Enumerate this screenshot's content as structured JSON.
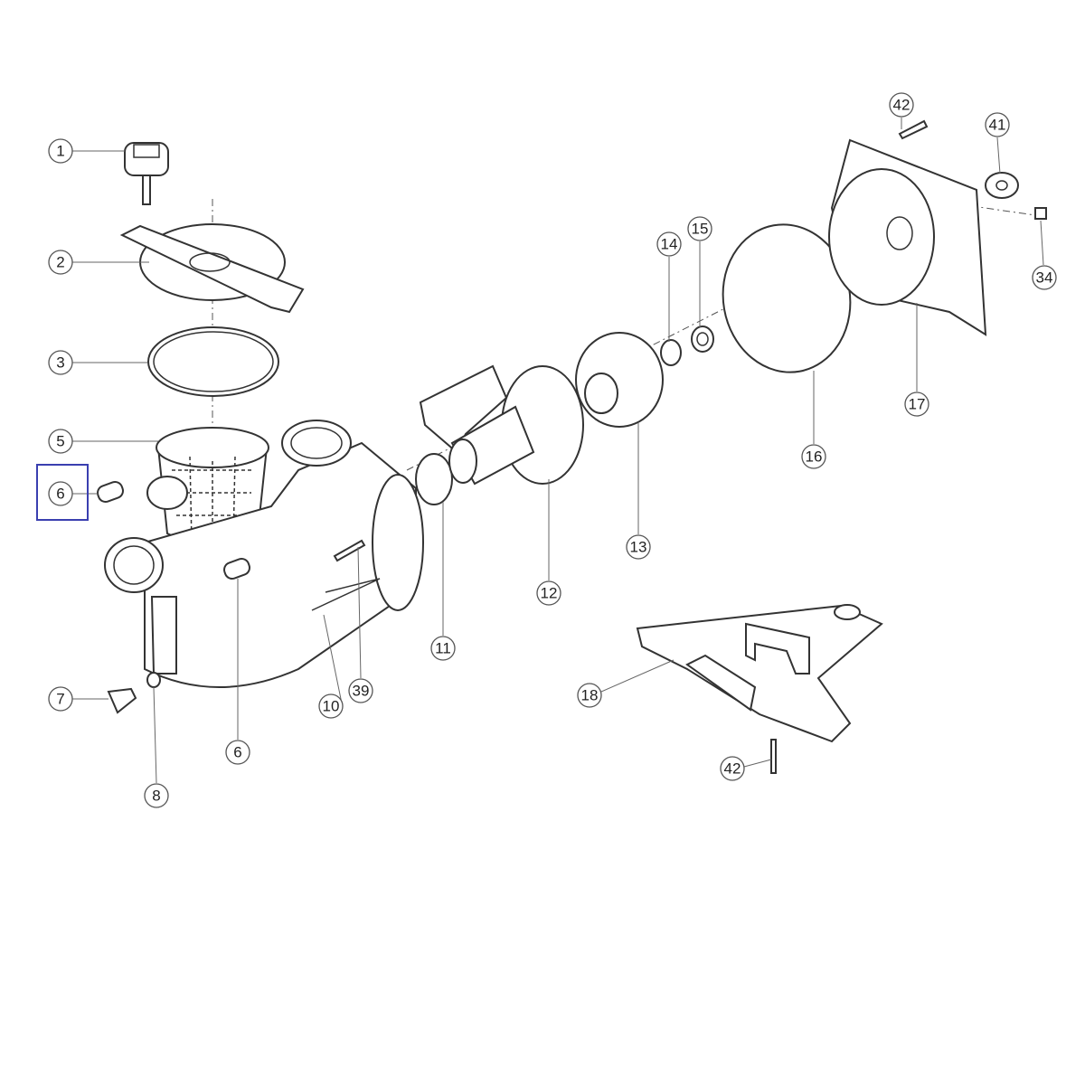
{
  "diagram": {
    "type": "exploded parts diagram",
    "highlight_color": "#3a3fb0",
    "highlighted_label": "6",
    "callouts": [
      "1",
      "2",
      "3",
      "5",
      "6",
      "7",
      "8",
      "6",
      "10",
      "39",
      "11",
      "12",
      "13",
      "14",
      "15",
      "16",
      "17",
      "18",
      "42",
      "42",
      "41",
      "34"
    ]
  }
}
